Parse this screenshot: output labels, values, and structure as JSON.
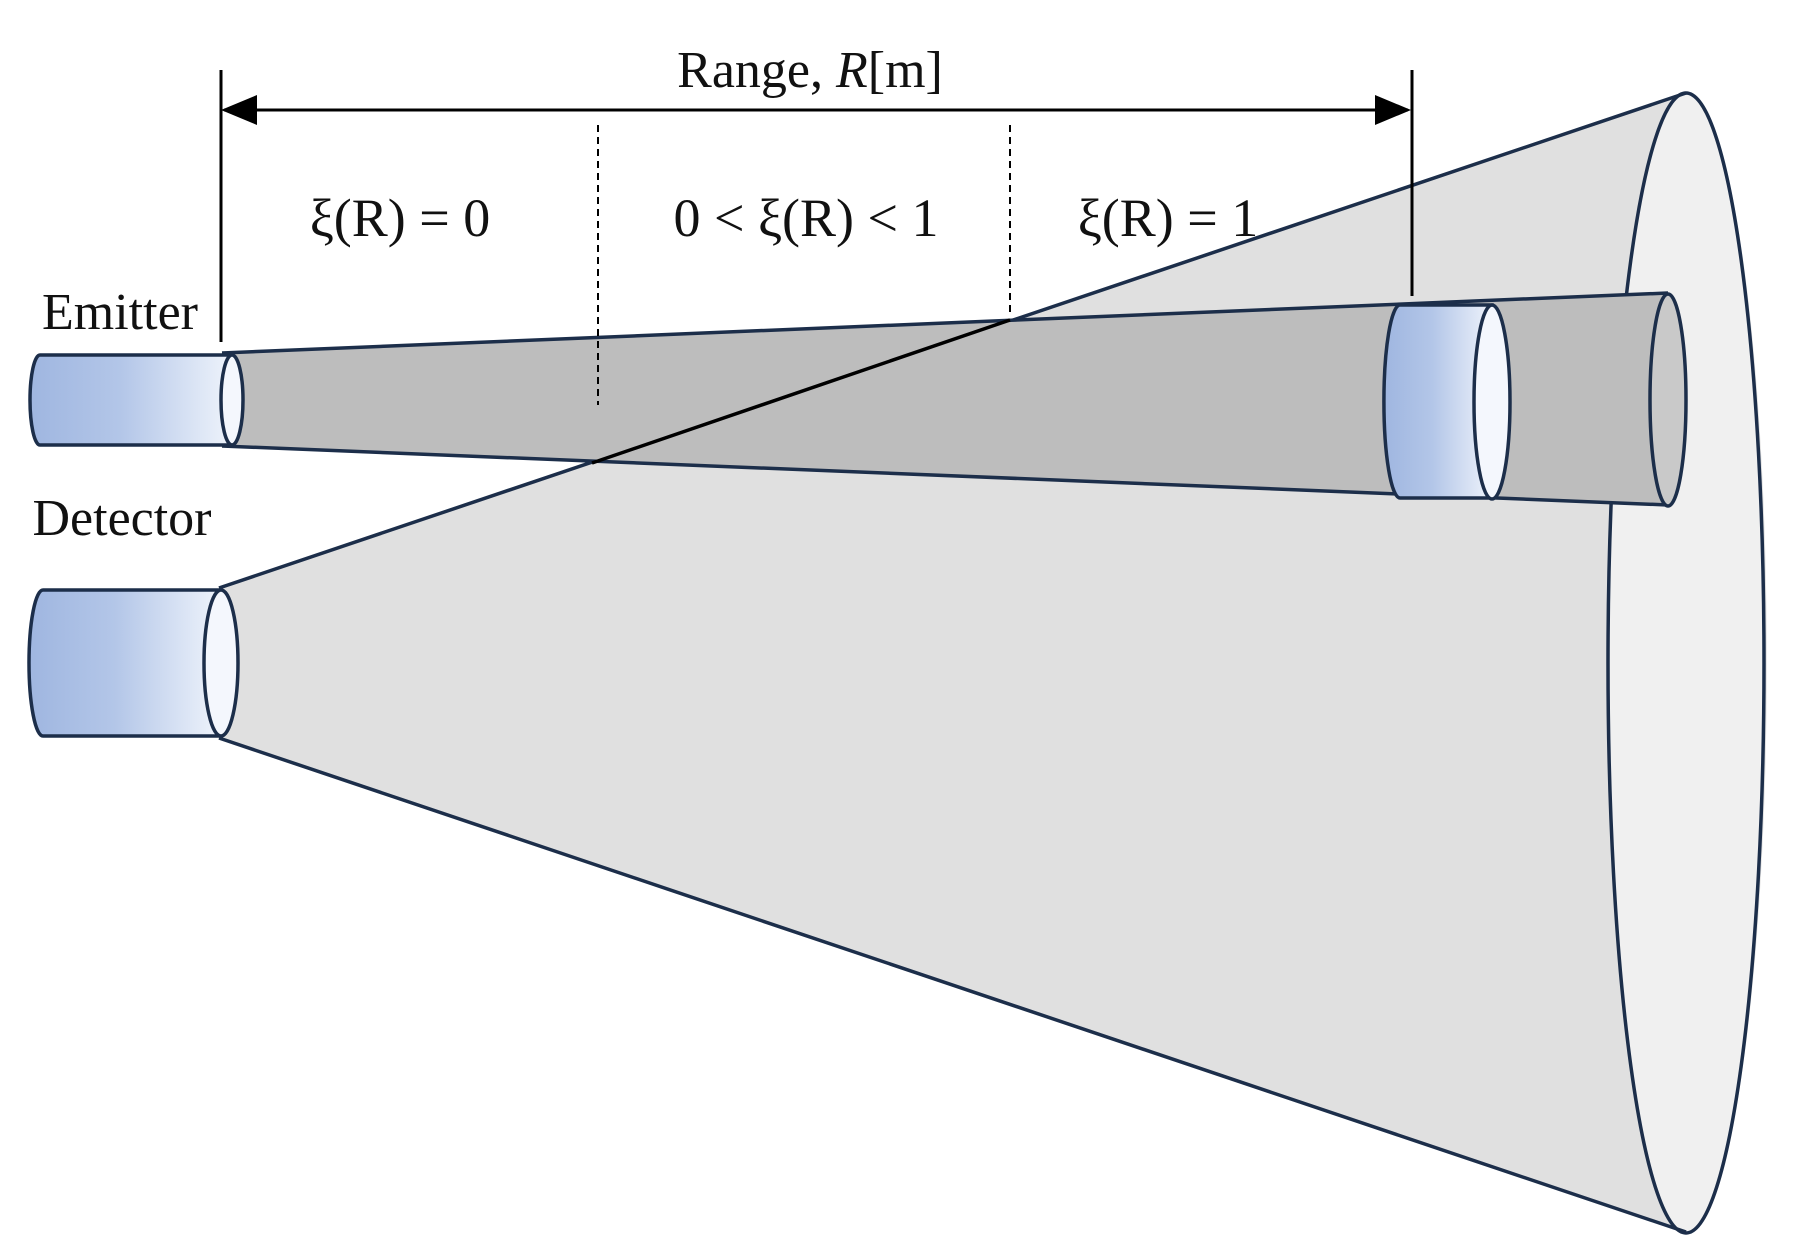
{
  "labels": {
    "range": "Range, ",
    "range_symbol": "R",
    "range_unit": "[m]",
    "emitter": "Emitter",
    "detector": "Detector"
  },
  "zones": [
    {
      "id": "zone-no-overlap",
      "text": "ξ(R) = 0"
    },
    {
      "id": "zone-partial-overlap",
      "text": "0 < ξ(R) < 1"
    },
    {
      "id": "zone-full-overlap",
      "text": "ξ(R) = 1"
    }
  ],
  "colors": {
    "outline": "#1c2e4a",
    "emitter_beam": "#bdbdbd",
    "detector_fov": "#e0e0e0",
    "lens_blue": "#a9bfe4",
    "lens_light": "#eef3fb",
    "cone_base": "#efefef"
  }
}
